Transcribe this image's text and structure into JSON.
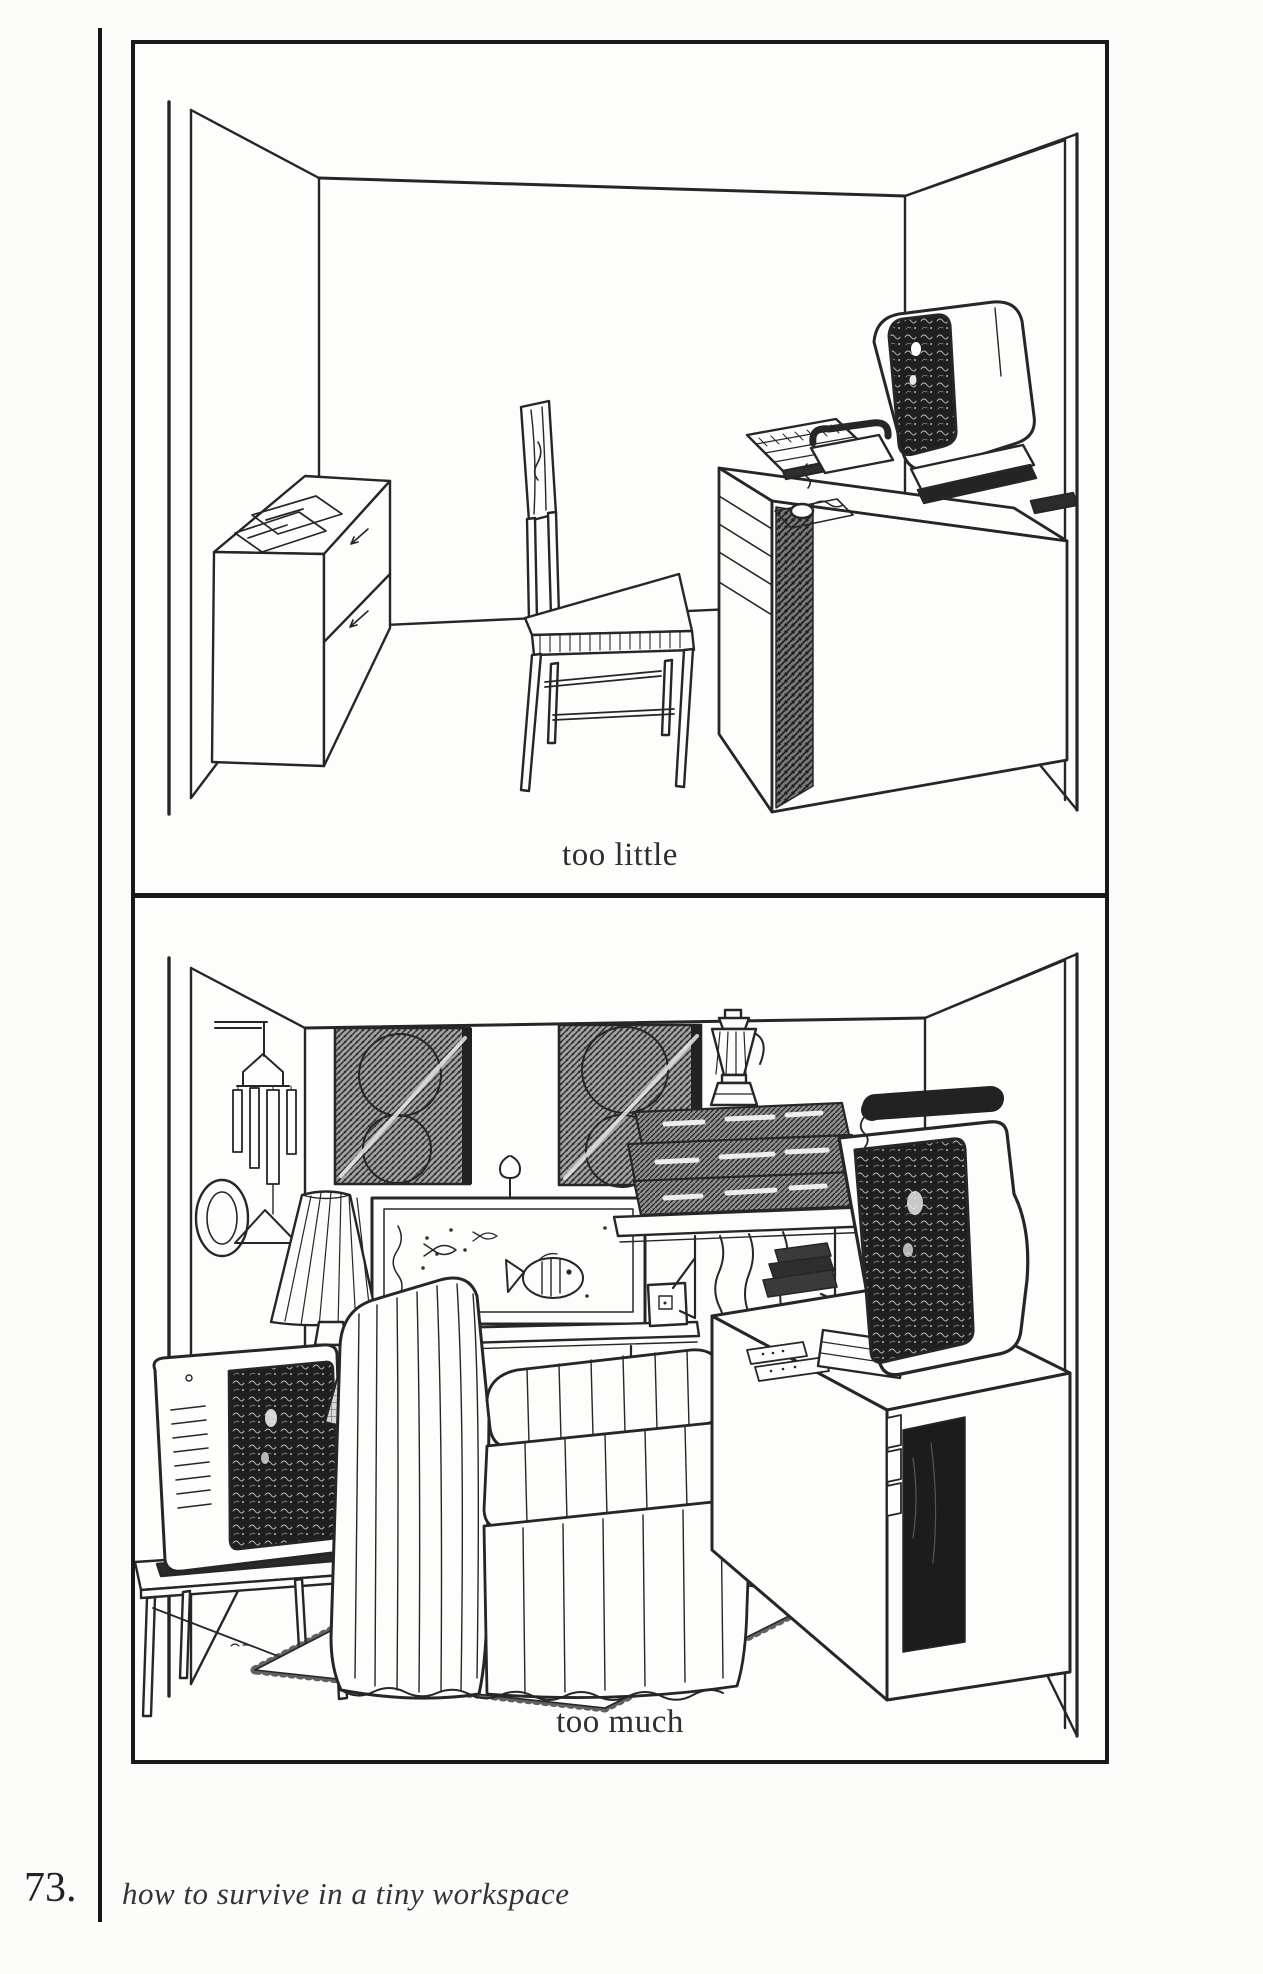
{
  "colors": {
    "paper": "#fcfcfb",
    "panel": "#fdfdfc",
    "ink": "#262626",
    "frame": "#1a1a1a"
  },
  "figure": {
    "panels": [
      {
        "name": "sparse-room",
        "caption": "too little"
      },
      {
        "name": "cluttered-room",
        "caption": "too much"
      }
    ]
  },
  "footer": {
    "page_number": "73.",
    "title": "how to survive in a tiny workspace"
  }
}
